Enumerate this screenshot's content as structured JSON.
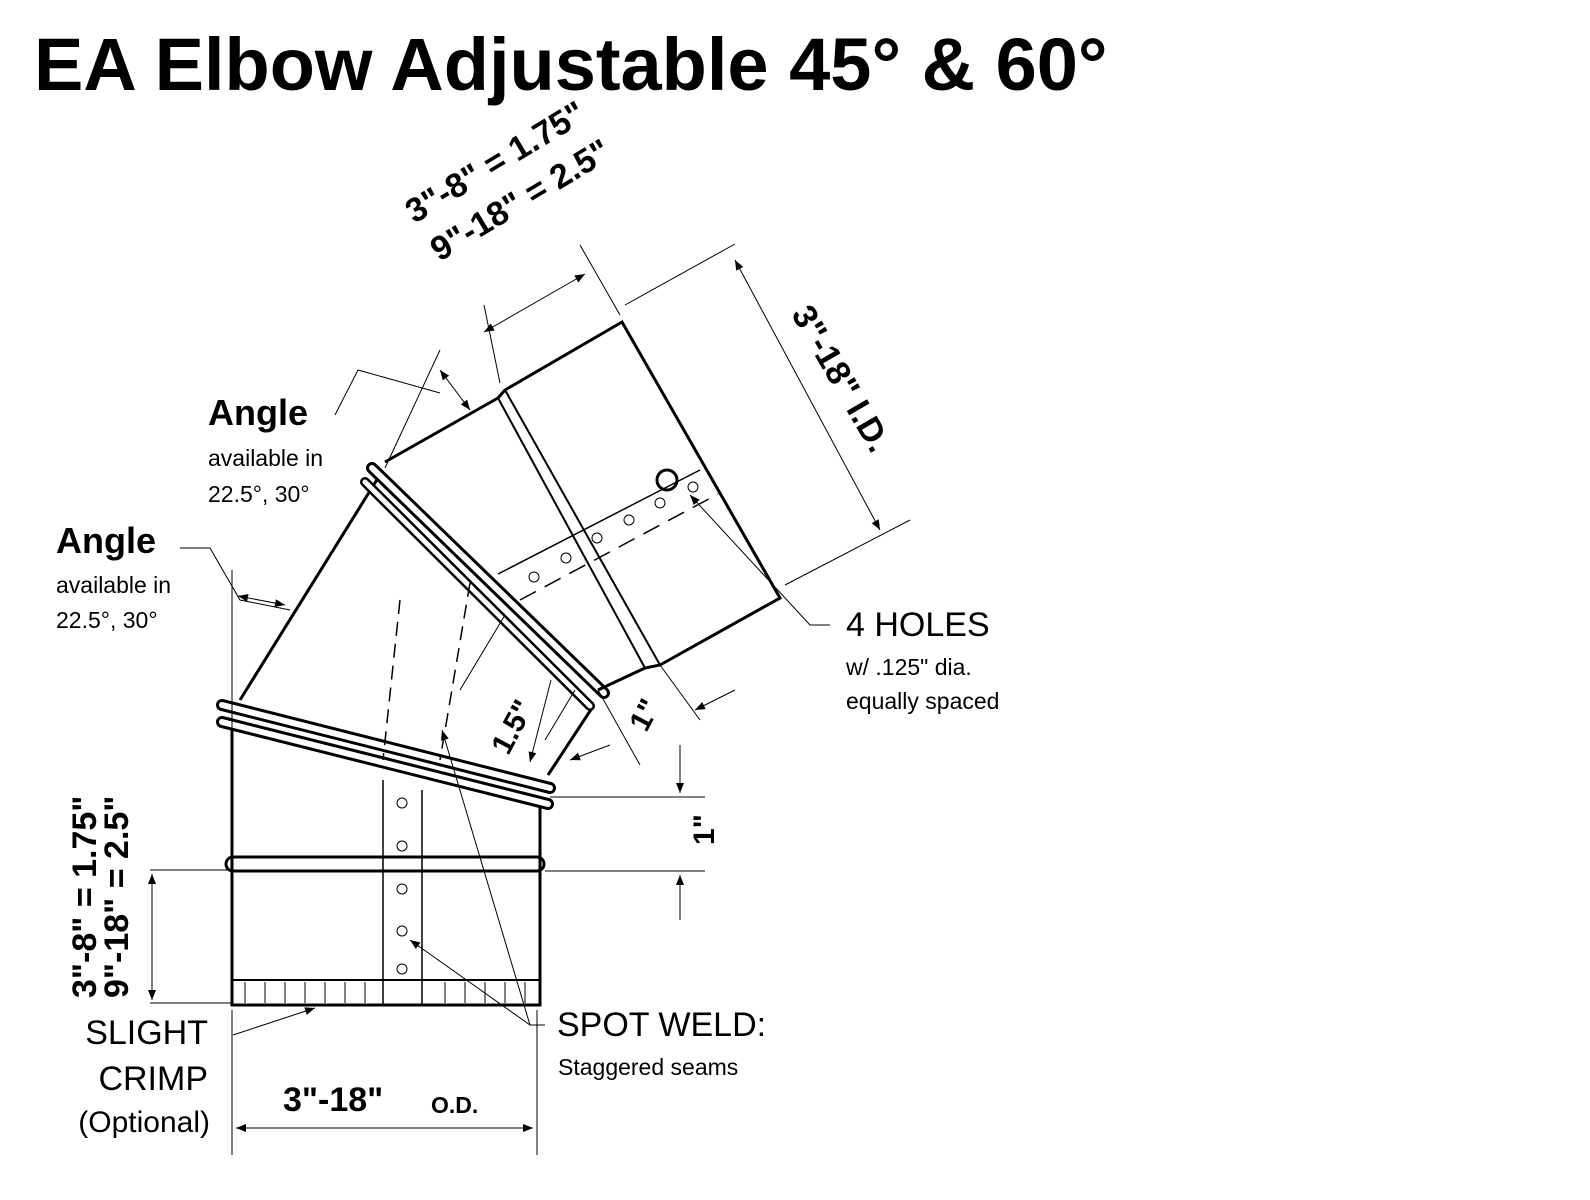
{
  "title": "EA Elbow Adjustable  45° & 60°",
  "labels": {
    "angle_upper": {
      "heading": "Angle",
      "line1": "available in",
      "line2": "22.5°, 30°"
    },
    "angle_lower": {
      "heading": "Angle",
      "line1": "available in",
      "line2": "22.5°, 30°"
    },
    "top_length_1": "3\"-8\" = 1.75\"",
    "top_length_2": "9\"-18\" = 2.5\"",
    "inner_diameter": "3\"-18\"  I.D.",
    "holes": {
      "heading": "4 HOLES",
      "line1": "w/ .125\" dia.",
      "line2": "equally spaced"
    },
    "overlap_15": "1.5\"",
    "overlap_1_top": "1\"",
    "overlap_1_right": "1\"",
    "left_length_1": "3\"-8\" = 1.75\"",
    "left_length_2": "9\"-18\" = 2.5\"",
    "crimp": {
      "line1": "SLIGHT",
      "line2": "CRIMP",
      "line3": "(Optional)"
    },
    "spot_weld": {
      "heading": "SPOT WELD:",
      "line1": "Staggered seams"
    },
    "outer_diameter": {
      "value": "3\"-18\"",
      "unit": "O.D."
    }
  }
}
